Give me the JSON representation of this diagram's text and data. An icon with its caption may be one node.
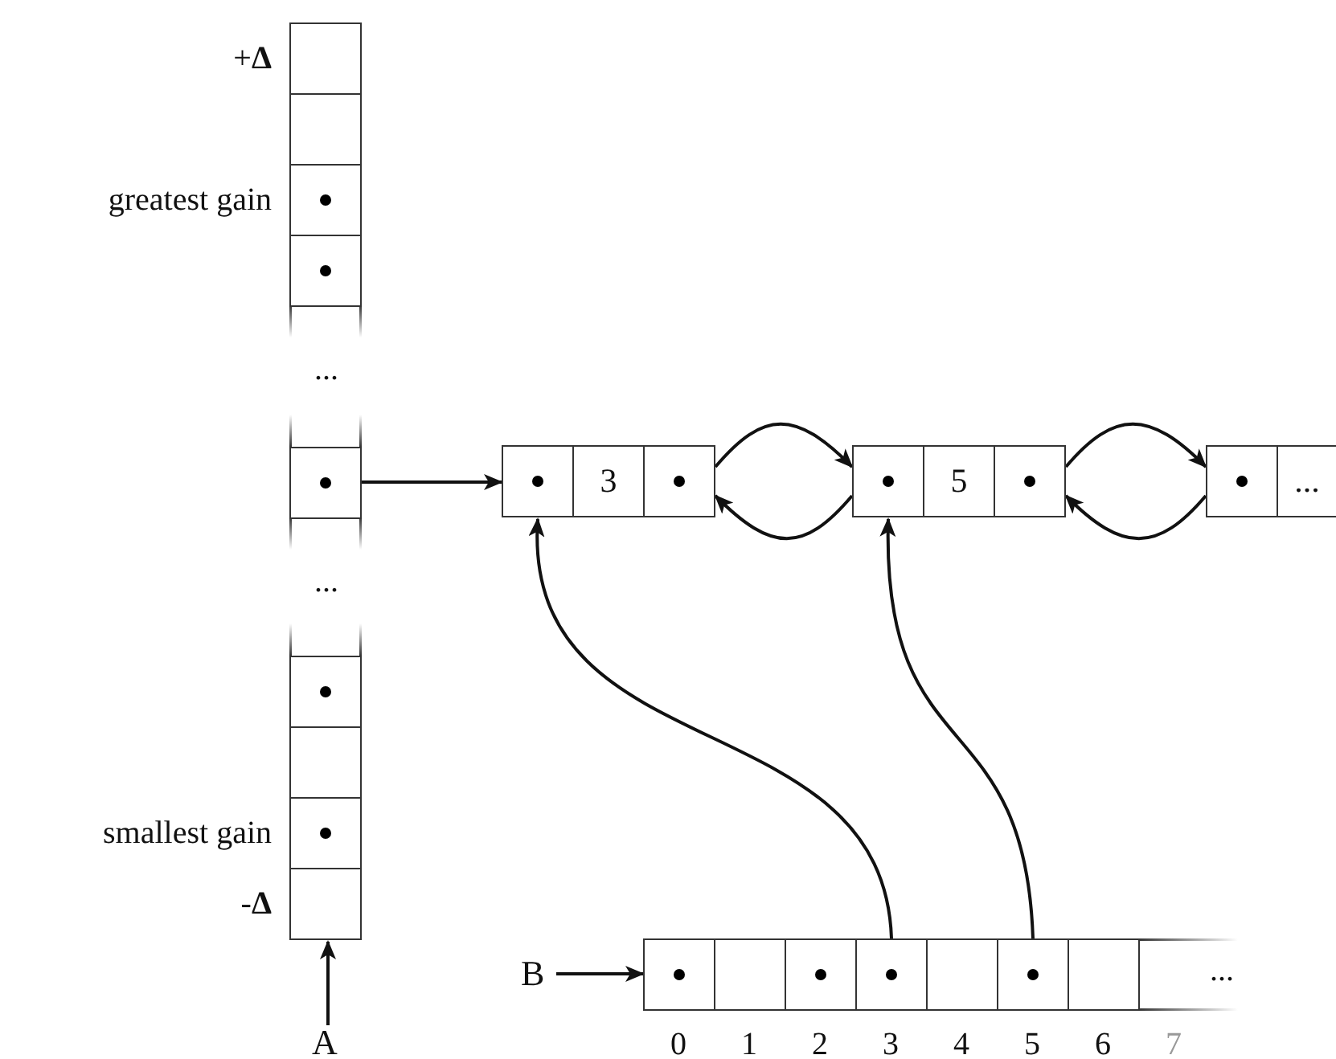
{
  "diagram": {
    "nodes": [
      {
        "text": [],
        "shape": "box",
        "beside": [
          "+**Δ**"
        ]
      },
      {
        "text": [],
        "shape": "box"
      },
      {
        "text": [],
        "shape": "box",
        "beside": [
          "greatest gain"
        ]
      },
      {
        "text": [],
        "shape": "box"
      },
      {
        "text": [],
        "shape": "box"
      },
      {
        "text": [],
        "shape": "box"
      },
      {
        "text": [
          "3"
        ]
      },
      {
        "text": [],
        "shape": "box"
      },
      {
        "text": [],
        "shape": "box"
      },
      {
        "text": [
          "5"
        ]
      },
      {
        "text": [],
        "shape": "box"
      },
      {
        "text": [],
        "shape": "box"
      },
      {
        "text": [
          "..."
        ]
      },
      {
        "text": [],
        "shape": "box"
      },
      {
        "text": [],
        "shape": "box"
      },
      {
        "text": [],
        "shape": "box",
        "beside": [
          "smallest gain"
        ]
      },
      {
        "text": [],
        "shape": "box",
        "beside": [
          "-**Δ**"
        ]
      },
      {
        "text": [
          "B"
        ]
      },
      {
        "text": [],
        "shape": "box"
      },
      {
        "text": [],
        "shape": "box"
      },
      {
        "text": [],
        "shape": "box"
      },
      {
        "text": [],
        "shape": "box"
      },
      {
        "text": [],
        "shape": "box"
      },
      {
        "text": [],
        "shape": "box"
      },
      {
        "text": [],
        "shape": "box"
      },
      {
        "text": [
          "A"
        ]
      }
    ],
    "edges": [
      {
        "from": 4,
        "to": 5,
        "arrow": "to"
      },
      {
        "from": 7,
        "to": 8,
        "arrow": "to"
      },
      {
        "from": 8,
        "to": 7,
        "arrow": "to"
      },
      {
        "from": 10,
        "to": 11,
        "arrow": "to"
      },
      {
        "from": 11,
        "to": 10,
        "arrow": "to"
      },
      {
        "from": 21,
        "to": 5,
        "arrow": "to"
      },
      {
        "from": 23,
        "to": 8,
        "arrow": "to"
      },
      {
        "from": 17,
        "to": 18,
        "arrow": "to"
      },
      {
        "from": 25,
        "to": 16,
        "arrow": "to"
      }
    ],
    "labels": [
      "...",
      "...",
      "...",
      "0",
      "1",
      "2",
      "3",
      "4",
      "5",
      "6",
      "7"
    ]
  }
}
